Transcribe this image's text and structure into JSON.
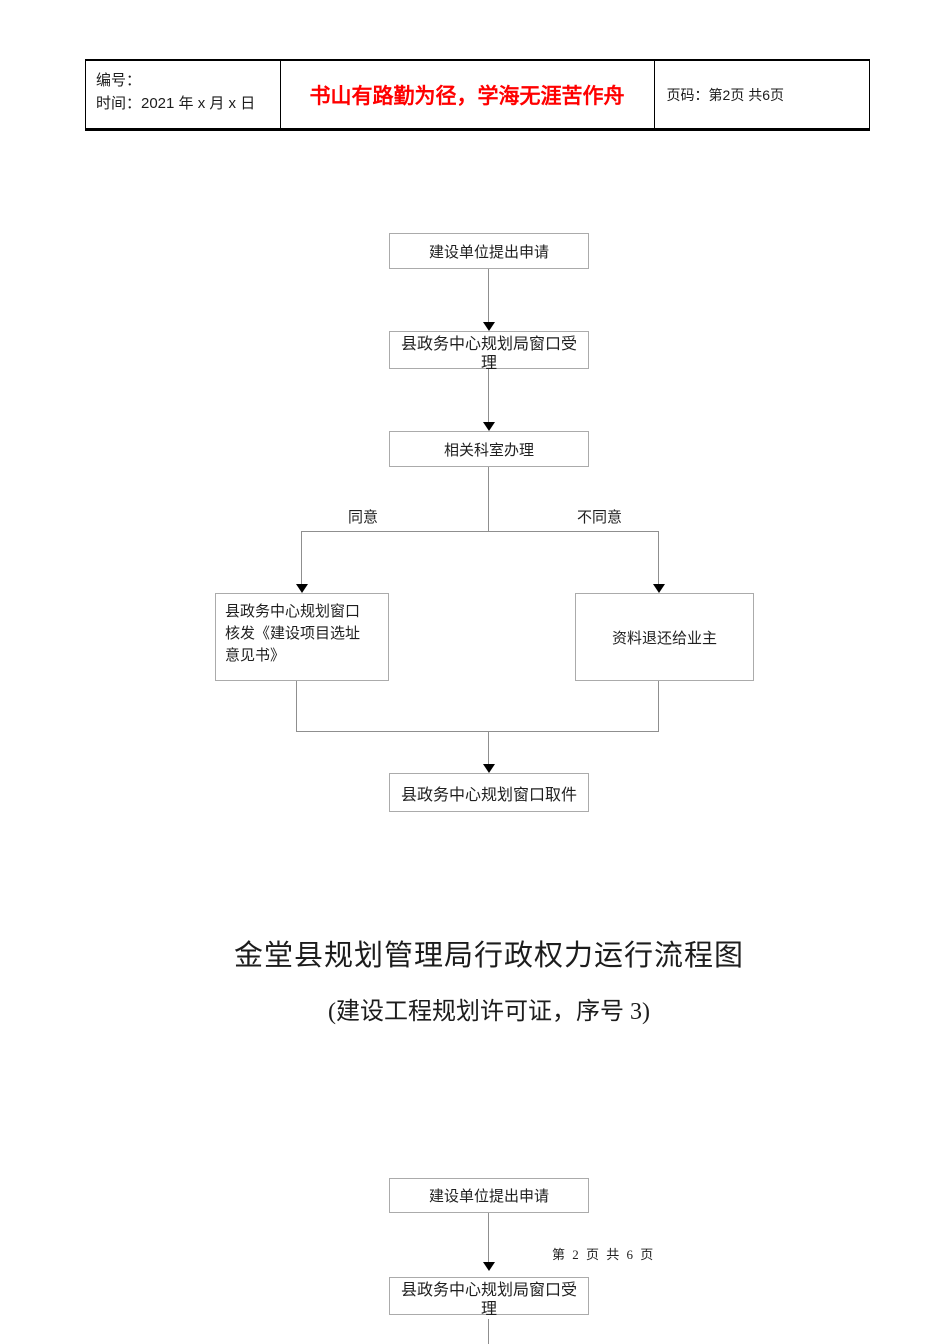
{
  "header": {
    "serial_label": "编号：",
    "time_label": "时间：2021 年 x 月 x 日",
    "motto": "书山有路勤为径，学海无涯苦作舟",
    "motto_color": "#ff0000",
    "page_label": "页码：第2页 共6页"
  },
  "flowchart1": {
    "box_apply": "建设单位提出申请",
    "box_accept_line1": "县政务中心规划局窗口受",
    "box_accept_line2": "理",
    "box_dept": "相关科室办理",
    "label_agree": "同意",
    "label_disagree": "不同意",
    "box_issue_line1": "县政务中心规划窗口",
    "box_issue_line2": "核发《建设项目选址",
    "box_issue_line3": "意见书》",
    "box_return": "资料退还给业主",
    "box_pickup_main": "县政务中心规划窗口",
    "box_pickup_tail": "取件"
  },
  "section_title": {
    "title": "金堂县规划管理局行政权力运行流程图",
    "subtitle": "(建设工程规划许可证，序号 3)"
  },
  "flowchart2": {
    "box_apply": "建设单位提出申请",
    "box_accept_line1": "县政务中心规划局窗口受",
    "box_accept_line2": "理"
  },
  "footer": {
    "page_text": "第 2 页 共 6 页"
  }
}
